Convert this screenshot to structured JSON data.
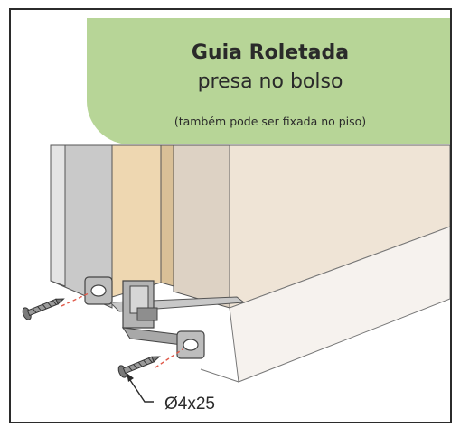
{
  "banner": {
    "title": "Guia Roletada",
    "subtitle": "presa no bolso",
    "note": "(também pode ser fixada no piso)"
  },
  "screw_spec": "Ø4x25",
  "colors": {
    "banner_bg": "#b7d597",
    "door_panel": "#eed7b1",
    "pocket_wall": "#efe4d6",
    "frame_gray": "#cfcfcf",
    "metal": "#b9b9b9",
    "guide_line": "#e05a4a"
  },
  "icons": [
    "screw-icon",
    "arrow-icon"
  ]
}
